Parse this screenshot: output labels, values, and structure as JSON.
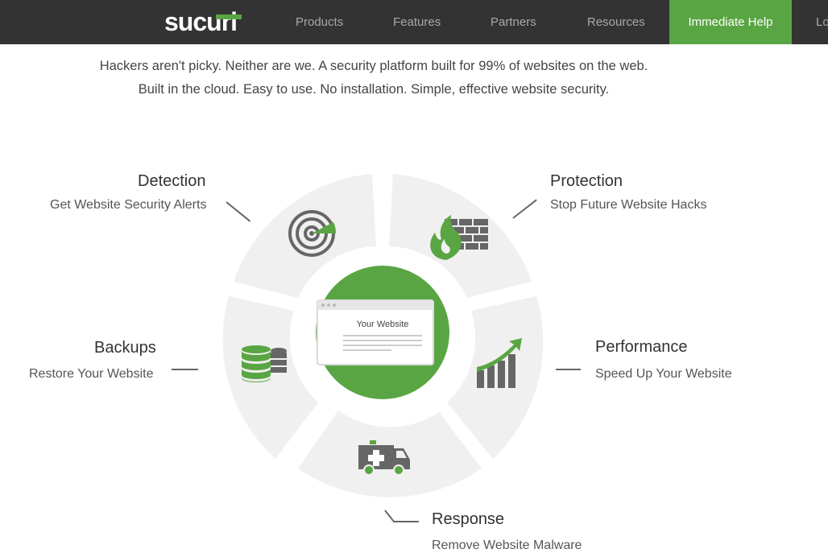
{
  "nav": {
    "logo_text": "sucuri",
    "items": [
      {
        "label": "Products"
      },
      {
        "label": "Features"
      },
      {
        "label": "Partners"
      },
      {
        "label": "Resources"
      }
    ],
    "help_label": "Immediate Help",
    "login_partial": "Lo"
  },
  "intro": {
    "line1": "Hackers aren't picky. Neither are we. A security platform built for 99% of websites on the web.",
    "line2": "Built in the cloud. Easy to use. No installation. Simple, effective website security."
  },
  "diagram": {
    "center_label": "Your Website",
    "features": [
      {
        "title": "Detection",
        "subtitle": "Get Website Security Alerts",
        "icon": "radar-icon"
      },
      {
        "title": "Protection",
        "subtitle": "Stop Future Website Hacks",
        "icon": "firewall-icon"
      },
      {
        "title": "Performance",
        "subtitle": "Speed Up Your Website",
        "icon": "growth-chart-icon"
      },
      {
        "title": "Response",
        "subtitle": "Remove Website Malware",
        "icon": "ambulance-icon"
      },
      {
        "title": "Backups",
        "subtitle": "Restore Your Website",
        "icon": "database-icon"
      }
    ]
  },
  "colors": {
    "nav_bg": "#333333",
    "nav_text": "#a9a9a9",
    "accent_green": "#5aa543",
    "segment_gray": "#f0f0f0",
    "icon_gray": "#666666"
  }
}
